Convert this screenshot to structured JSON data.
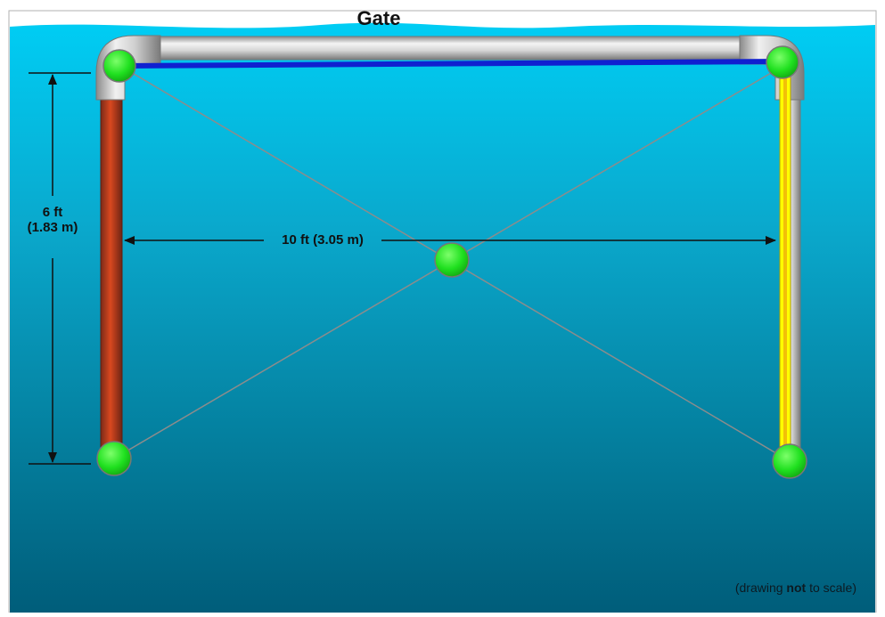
{
  "title": "Gate",
  "dimensions": {
    "height": {
      "line1": "6 ft",
      "line2": "(1.83 m)"
    },
    "width": "10 ft (3.05 m)"
  },
  "note": {
    "prefix": "(drawing ",
    "bold": "not",
    "suffix": " to scale)"
  },
  "colors": {
    "water_top": "#00c8f0",
    "water_bottom": "#006080",
    "left_post": "#c0391a",
    "right_marker": "#ffff00",
    "top_rail_marker": "#1020d0",
    "joint": "#22dd22",
    "pipe": "#d8d8d8"
  },
  "icons": [
    "elbow-joint",
    "marker-ball"
  ]
}
